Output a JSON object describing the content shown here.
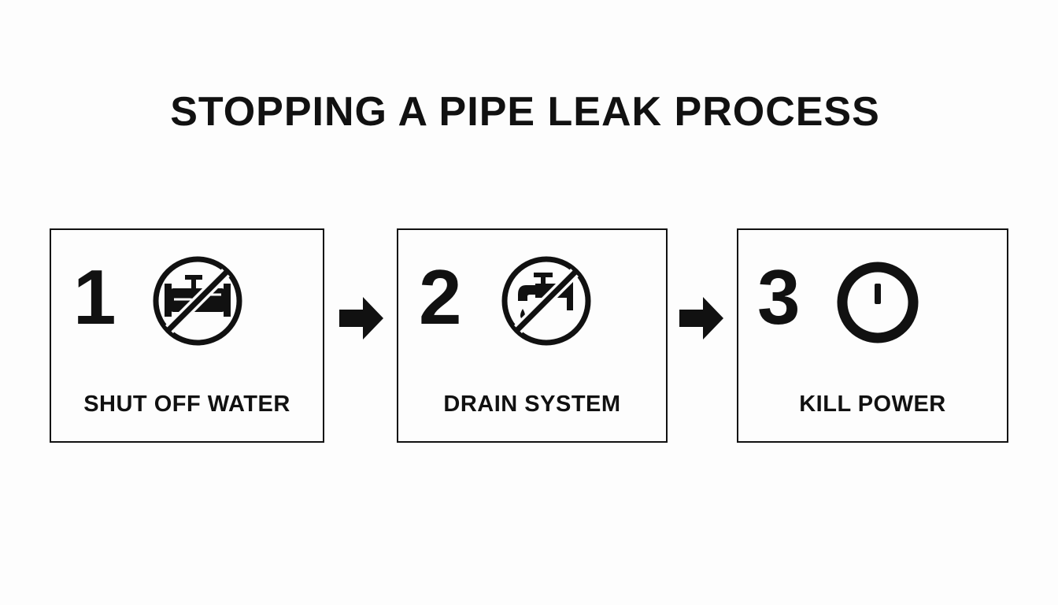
{
  "title": "STOPPING A PIPE LEAK PROCESS",
  "steps": [
    {
      "number": "1",
      "label": "SHUT OFF WATER",
      "icon": "no-water-pipe-icon"
    },
    {
      "number": "2",
      "label": "DRAIN SYSTEM",
      "icon": "no-faucet-drip-icon"
    },
    {
      "number": "3",
      "label": "KILL POWER",
      "icon": "power-icon"
    }
  ],
  "arrow_icon": "right-arrow-icon",
  "colors": {
    "background": "#fdfdfd",
    "ink": "#111111"
  }
}
